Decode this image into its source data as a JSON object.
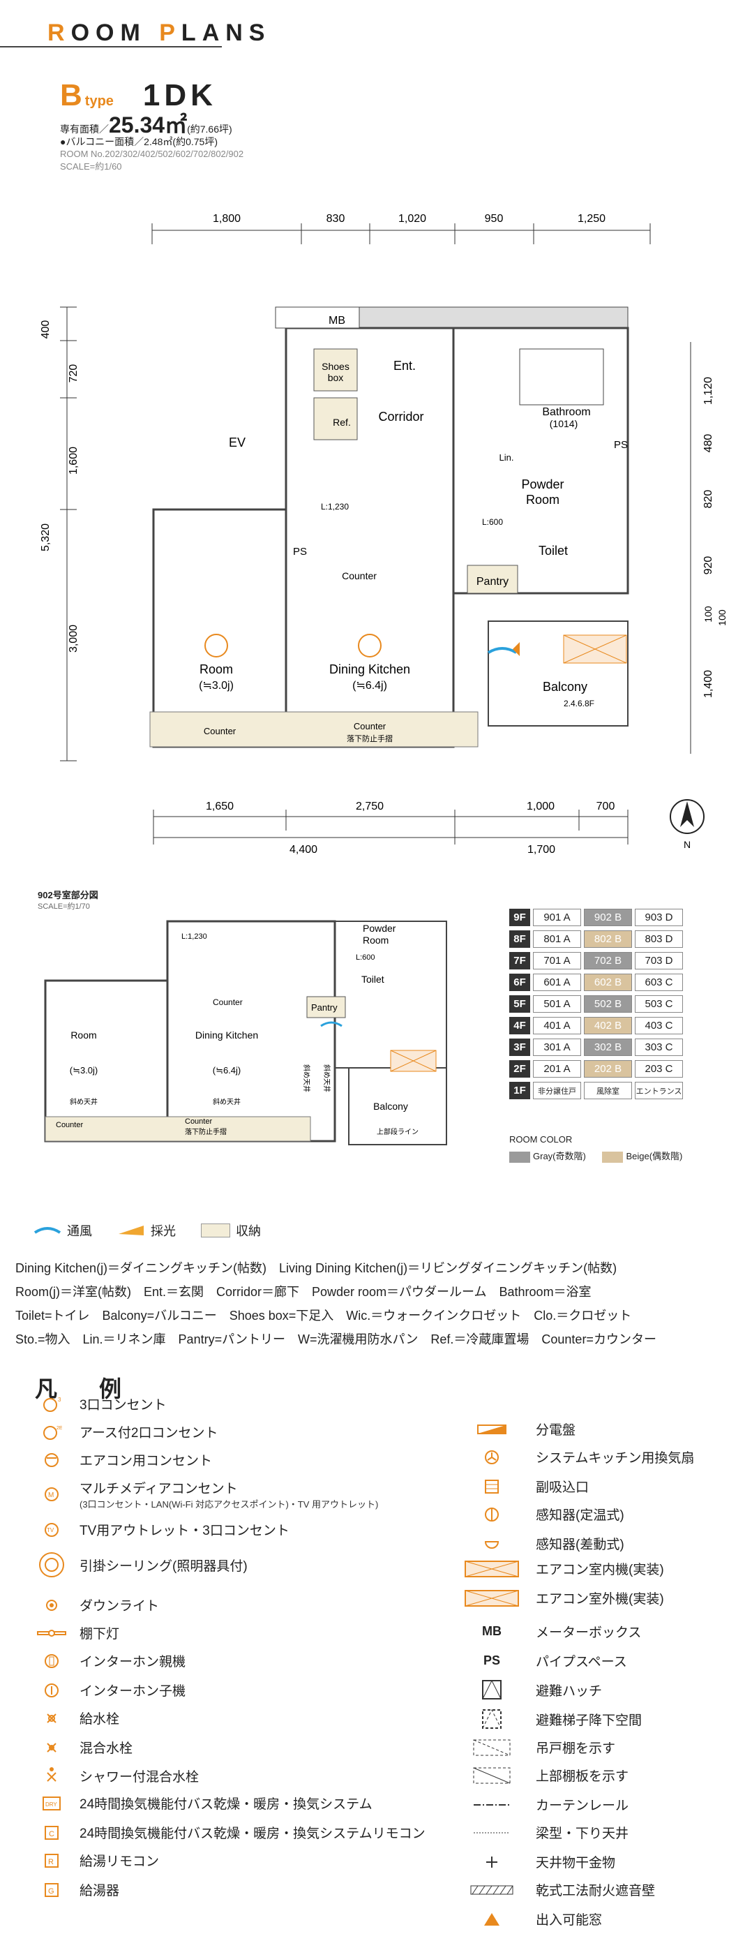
{
  "header": {
    "title_pre": "R",
    "title_mid": "OOM ",
    "title_p": "P",
    "title_post": "LANS",
    "type_letter": "B",
    "type_word": "type",
    "layout": "1DK"
  },
  "area": {
    "exclusive_label": "専有面積／",
    "exclusive_value": "25.34㎡",
    "exclusive_tsubo": "(約7.66坪)",
    "balcony": "●バルコニー面積／2.48㎡(約0.75坪)",
    "room_no": "ROOM No.202/302/402/502/602/702/802/902",
    "scale": "SCALE=約1/60"
  },
  "main_plan": {
    "top_dims": [
      "1,800",
      "830",
      "1,020",
      "950",
      "1,250"
    ],
    "bottom_dims": [
      "1,650",
      "2,750",
      "1,000",
      "700"
    ],
    "bottom_totals": [
      "4,400",
      "1,700"
    ],
    "left_dims": [
      "400",
      "720",
      "1,600",
      "5,320",
      "3,000"
    ],
    "right_dims": [
      "1,120",
      "480",
      "820",
      "920",
      "100",
      "100",
      "1,400"
    ],
    "labels": {
      "mb": "MB",
      "ev": "EV",
      "shoes": "Shoes",
      "box": "box",
      "ent": "Ent.",
      "corridor": "Corridor",
      "ref": "Ref.",
      "bathroom": "Bathroom",
      "bath_size": "(1014)",
      "ps1": "PS",
      "ps2": "PS",
      "lin": "Lin.",
      "powder": "Powder",
      "room": "Room",
      "toilet": "Toilet",
      "pantry": "Pantry",
      "l1230": "L:1,230",
      "l600": "L:600",
      "counter1": "Counter",
      "counter2": "Counter",
      "counter3": "Counter",
      "fall": "落下防止手摺",
      "room_label": "Room",
      "room_size": "(≒3.0j)",
      "dk_label": "Dining Kitchen",
      "dk_size": "(≒6.4j)",
      "balcony": "Balcony",
      "balcony_note": "2.4.6.8F",
      "north": "N"
    }
  },
  "sub_plan": {
    "title": "902号室部分図",
    "scale": "SCALE=約1/70",
    "labels": {
      "l1230": "L:1,230",
      "l600": "L:600",
      "powder": "Powder",
      "room": "Room",
      "toilet": "Toilet",
      "pantry": "Pantry",
      "counter1": "Counter",
      "counter2": "Counter",
      "counter3": "Counter",
      "fall": "落下防止手摺",
      "room_label": "Room",
      "room_size": "(≒3.0j)",
      "dk_label": "Dining Kitchen",
      "dk_size": "(≒6.4j)",
      "balcony": "Balcony",
      "slope1": "斜め天井",
      "slope2": "斜め天井",
      "slope3": "斜め天井",
      "slope4": "斜め天井",
      "upper_line": "上部段ライン"
    }
  },
  "floor_table": [
    {
      "floor": "9F",
      "cells": [
        {
          "t": "901 A",
          "c": ""
        },
        {
          "t": "902 B",
          "c": "gray"
        },
        {
          "t": "903 D",
          "c": ""
        }
      ]
    },
    {
      "floor": "8F",
      "cells": [
        {
          "t": "801 A",
          "c": ""
        },
        {
          "t": "802 B",
          "c": "beige"
        },
        {
          "t": "803 D",
          "c": ""
        }
      ]
    },
    {
      "floor": "7F",
      "cells": [
        {
          "t": "701 A",
          "c": ""
        },
        {
          "t": "702 B",
          "c": "gray"
        },
        {
          "t": "703 D",
          "c": ""
        }
      ]
    },
    {
      "floor": "6F",
      "cells": [
        {
          "t": "601 A",
          "c": ""
        },
        {
          "t": "602 B",
          "c": "beige"
        },
        {
          "t": "603 C",
          "c": ""
        }
      ]
    },
    {
      "floor": "5F",
      "cells": [
        {
          "t": "501 A",
          "c": ""
        },
        {
          "t": "502 B",
          "c": "gray"
        },
        {
          "t": "503 C",
          "c": ""
        }
      ]
    },
    {
      "floor": "4F",
      "cells": [
        {
          "t": "401 A",
          "c": ""
        },
        {
          "t": "402 B",
          "c": "beige"
        },
        {
          "t": "403 C",
          "c": ""
        }
      ]
    },
    {
      "floor": "3F",
      "cells": [
        {
          "t": "301 A",
          "c": ""
        },
        {
          "t": "302 B",
          "c": "gray"
        },
        {
          "t": "303 C",
          "c": ""
        }
      ]
    },
    {
      "floor": "2F",
      "cells": [
        {
          "t": "201 A",
          "c": ""
        },
        {
          "t": "202 B",
          "c": "beige"
        },
        {
          "t": "203 C",
          "c": ""
        }
      ]
    },
    {
      "floor": "1F",
      "cells": [
        {
          "t": "非分譲住戸",
          "c": "small"
        },
        {
          "t": "風除室",
          "c": "small"
        },
        {
          "t": "エントランス",
          "c": "small"
        }
      ]
    }
  ],
  "room_color": {
    "title": "ROOM COLOR",
    "gray": "Gray(奇数階)",
    "beige": "Beige(偶数階)",
    "gray_hex": "#9a9a9a",
    "beige_hex": "#d9c39e"
  },
  "legend_top": {
    "ventilation": "通風",
    "lighting": "採光",
    "storage": "収納"
  },
  "abbreviations": [
    "Dining Kitchen(j)＝ダイニングキッチン(帖数)　Living Dining Kitchen(j)＝リビングダイニングキッチン(帖数)",
    "Room(j)＝洋室(帖数)　Ent.＝玄関　Corridor＝廊下　Powder room＝パウダールーム　Bathroom＝浴室",
    "Toilet=トイレ　Balcony=バルコニー　Shoes box=下足入　Wic.＝ウォークインクロゼット　Clo.＝クロゼット",
    "Sto.=物入　Lin.＝リネン庫　Pantry=パントリー　W=洗濯機用防水パン　Ref.＝冷蔵庫置場　Counter=カウンター"
  ],
  "hanrei": "凡　例",
  "legend_left": [
    {
      "icon": "outlet3",
      "label": "3口コンセント",
      "sub": ""
    },
    {
      "icon": "outlet2e",
      "label": "アース付2口コンセント",
      "sub": ""
    },
    {
      "icon": "ac-outlet",
      "label": "エアコン用コンセント",
      "sub": ""
    },
    {
      "icon": "multimedia",
      "label": "マルチメディアコンセント",
      "sub": "(3口コンセント・LAN(Wi-Fi 対応アクセスポイント)・TV 用アウトレット)"
    },
    {
      "icon": "tv",
      "label": "TV用アウトレット・3口コンセント",
      "sub": ""
    },
    {
      "icon": "ceiling",
      "label": "引掛シーリング(照明器具付)",
      "sub": ""
    },
    {
      "icon": "downlight",
      "label": "ダウンライト",
      "sub": ""
    },
    {
      "icon": "shelf-light",
      "label": "棚下灯",
      "sub": ""
    },
    {
      "icon": "intercom-main",
      "label": "インターホン親機",
      "sub": ""
    },
    {
      "icon": "intercom-sub",
      "label": "インターホン子機",
      "sub": ""
    },
    {
      "icon": "water",
      "label": "給水栓",
      "sub": ""
    },
    {
      "icon": "mixer",
      "label": "混合水栓",
      "sub": ""
    },
    {
      "icon": "shower",
      "label": "シャワー付混合水栓",
      "sub": ""
    },
    {
      "icon": "bath-dryer",
      "label": "24時間換気機能付バス乾燥・暖房・換気システム",
      "sub": ""
    },
    {
      "icon": "bath-remote",
      "label": "24時間換気機能付バス乾燥・暖房・換気システムリモコン",
      "sub": ""
    },
    {
      "icon": "heater-remote",
      "label": "給湯リモコン",
      "sub": ""
    },
    {
      "icon": "heater",
      "label": "給湯器",
      "sub": ""
    }
  ],
  "legend_right": [
    {
      "icon": "panel",
      "label": "分電盤"
    },
    {
      "icon": "fan",
      "label": "システムキッチン用換気扇"
    },
    {
      "icon": "intake",
      "label": "副吸込口"
    },
    {
      "icon": "sensor-fixed",
      "label": "感知器(定温式)"
    },
    {
      "icon": "sensor-diff",
      "label": "感知器(差動式)"
    },
    {
      "icon": "ac-indoor",
      "label": "エアコン室内機(実装)"
    },
    {
      "icon": "ac-outdoor",
      "label": "エアコン室外機(実装)"
    },
    {
      "icon": "mb",
      "label": "メーターボックス",
      "symbol": "MB"
    },
    {
      "icon": "ps",
      "label": "パイプスペース",
      "symbol": "PS"
    },
    {
      "icon": "hatch",
      "label": "避難ハッチ"
    },
    {
      "icon": "ladder",
      "label": "避難梯子降下空間"
    },
    {
      "icon": "hanging-shelf",
      "label": "吊戸棚を示す"
    },
    {
      "icon": "upper-shelf",
      "label": "上部棚板を示す"
    },
    {
      "icon": "curtain",
      "label": "カーテンレール"
    },
    {
      "icon": "beam",
      "label": "梁型・下り天井"
    },
    {
      "icon": "hanger",
      "label": "天井物干金物"
    },
    {
      "icon": "wall",
      "label": "乾式工法耐火遮音壁"
    },
    {
      "icon": "window",
      "label": "出入可能窓"
    }
  ]
}
